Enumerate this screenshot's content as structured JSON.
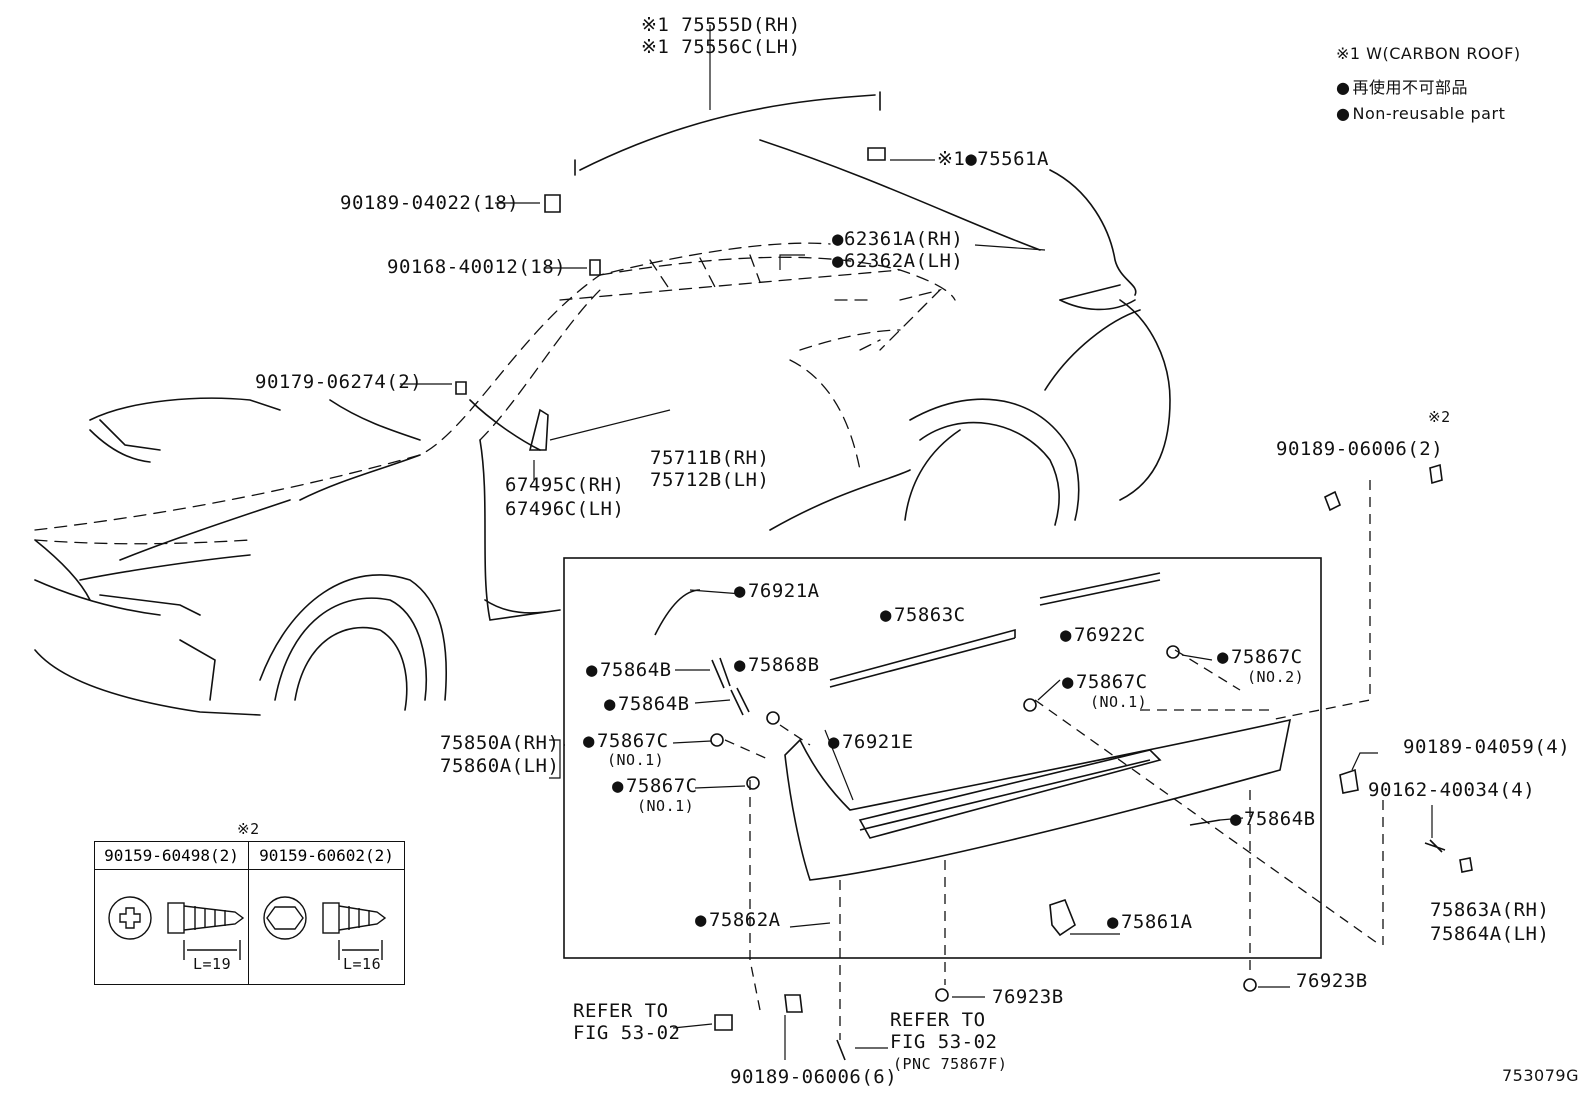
{
  "diagram": {
    "part_labels": {
      "roof_rh": "※1 75555D(RH)",
      "roof_lh": "※1 75556C(LH)",
      "p75561a": "※1●75561A",
      "p90189_04022": "90189-04022(18)",
      "p90168_40012": "90168-40012(18)",
      "p62361a": "●62361A(RH)",
      "p62362a": "●62362A(LH)",
      "p90179_06274": "90179-06274(2)",
      "p67495c": "67495C(RH)",
      "p67496c": "67496C(LH)",
      "p75711b": "75711B(RH)",
      "p75712b": "75712B(LH)",
      "p90189_06006_2": "90189-06006(2)",
      "mark2_top": "※2",
      "p76921a": "76921A",
      "p75863c": "75863C",
      "p76922c": "76922C",
      "p75864b_1": "75864B",
      "p75868b": "75868B",
      "p75867c_no2": "75867C",
      "no2": "(NO.2)",
      "p75864b_2": "75864B",
      "p75867c_a": "75867C",
      "no1_a": "(NO.1)",
      "p75850a": "75850A(RH)",
      "p75860a": "75860A(LH)",
      "p75867c_b": "75867C",
      "no1_b": "(NO.1)",
      "p76921e": "76921E",
      "p75867c_c": "75867C",
      "no1_c": "(NO.1)",
      "p90189_04059": "90189-04059(4)",
      "p90162_40034": "90162-40034(4)",
      "p75864b_3": "75864B",
      "p75863a": "75863A(RH)",
      "p75864a": "75864A(LH)",
      "p75862a": "75862A",
      "p75861a": "75861A",
      "p76923b_1": "76923B",
      "p76923b_2": "76923B",
      "refer1_a": "REFER TO",
      "refer1_b": "FIG 53-02",
      "refer2_a": "REFER TO",
      "refer2_b": "FIG 53-02",
      "pnc": "(PNC 75867F)",
      "p90189_06006_6": "90189-06006(6)",
      "figure_code": "753079G"
    },
    "legend": {
      "note1": "※1 W(CARBON ROOF)",
      "nonreuse_jp": "再使用不可部品",
      "nonreuse_en": "Non-reusable part"
    },
    "table": {
      "title": "※2",
      "col1_part": "90159-60498(2)",
      "col2_part": "90159-60602(2)",
      "col1_length": "L=19",
      "col2_length": "L=16"
    }
  }
}
